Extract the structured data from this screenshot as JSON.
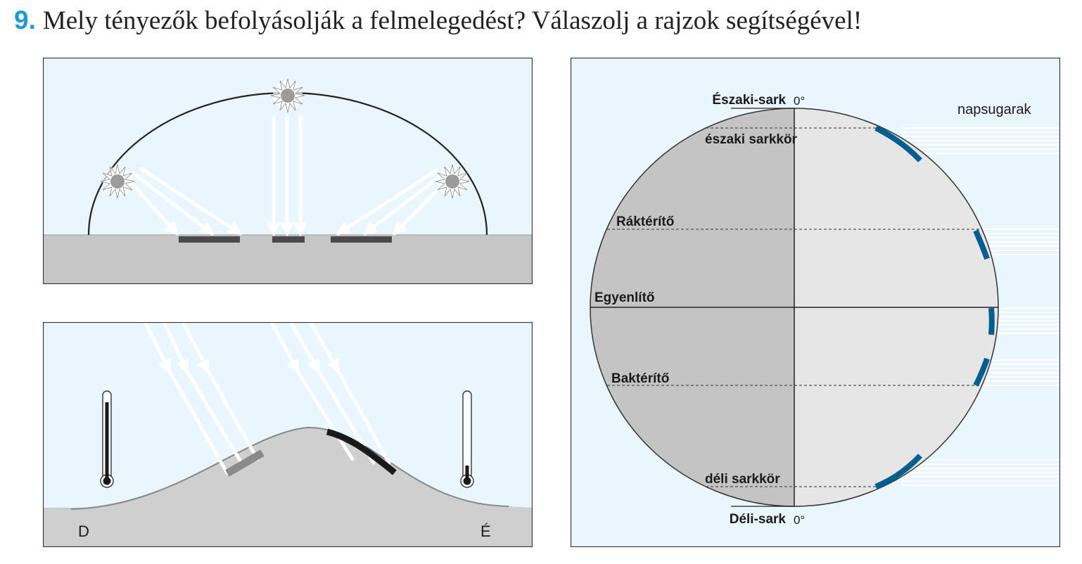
{
  "question": {
    "number": "9.",
    "text": "Mely tényezők befolyásolják a felmelegedést? Válaszolj a rajzok segítségével!"
  },
  "hill_panel": {
    "south_label": "D",
    "north_label": "É"
  },
  "globe_panel": {
    "north_pole": "Északi-sark",
    "north_pole_deg": "0°",
    "arctic_circle": "északi sarkkör",
    "tropic_cancer": "Ráktérítő",
    "equator": "Egyenlítő",
    "tropic_capricorn": "Baktérítő",
    "antarctic_circle": "déli sarkkör",
    "south_pole": "Déli-sark",
    "south_pole_deg": "0°",
    "rays_label": "napsugarak"
  },
  "colors": {
    "sky": "#e9f6fd",
    "ground": "#c6c6c6",
    "night_side": "#c4c4c4",
    "day_side": "#e6e6e6",
    "heated_strip": "#005f8f",
    "accent": "#1a9ad6"
  }
}
